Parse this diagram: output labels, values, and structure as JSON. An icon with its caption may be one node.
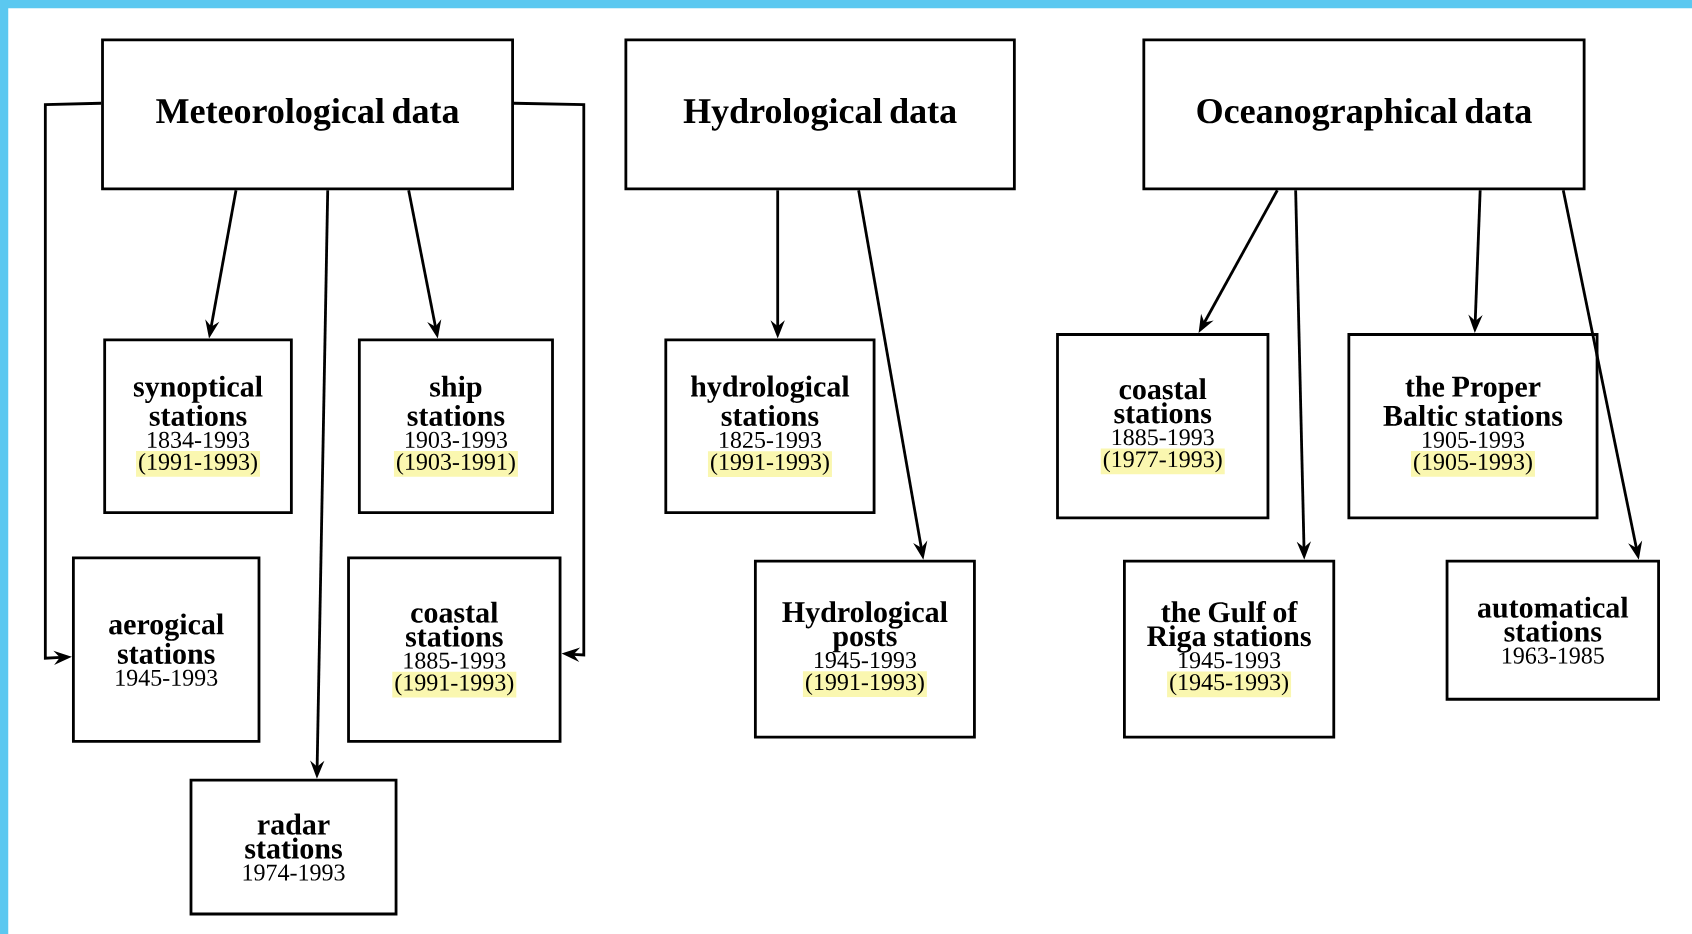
{
  "diagram": {
    "nodes": [
      {
        "text": [
          "Meteorological data"
        ]
      },
      {
        "text": [
          "Hydrological data"
        ]
      },
      {
        "text": [
          "Oceanographical data"
        ]
      },
      {
        "text": [
          "synoptical stations",
          "1834-1993",
          "(1991-1993)"
        ]
      },
      {
        "text": [
          "ship stations",
          "1903-1993",
          "(1903-1991)"
        ]
      },
      {
        "text": [
          "aerogical stations",
          "1945-1993"
        ]
      },
      {
        "text": [
          "coastal stations",
          "1885-1993",
          "(1991-1993)"
        ]
      },
      {
        "text": [
          "radar stations",
          "1974-1993"
        ]
      },
      {
        "text": [
          "hydrological stations",
          "1825-1993",
          "(1991-1993)"
        ]
      },
      {
        "text": [
          "Hydrological posts",
          "1945-1993",
          "(1991-1993)"
        ]
      },
      {
        "text": [
          "coastal stations",
          "1885-1993",
          "(1977-1993)"
        ]
      },
      {
        "text": [
          "the Proper Baltic stations",
          "1905-1993",
          "(1905-1993)"
        ]
      },
      {
        "text": [
          "the Gulf of Riga stations",
          "1945-1993",
          "(1945-1993)"
        ]
      },
      {
        "text": [
          "automatical stations",
          "1963-1985"
        ]
      }
    ],
    "edges": [
      {
        "from": 0,
        "to": 3,
        "arrow": "to"
      },
      {
        "from": 0,
        "to": 4,
        "arrow": "to"
      },
      {
        "from": 0,
        "to": 7,
        "arrow": "to"
      },
      {
        "from": 0,
        "to": 5,
        "arrow": "to"
      },
      {
        "from": 0,
        "to": 6,
        "arrow": "to"
      },
      {
        "from": 1,
        "to": 8,
        "arrow": "to"
      },
      {
        "from": 1,
        "to": 9,
        "arrow": "to"
      },
      {
        "from": 2,
        "to": 10,
        "arrow": "to"
      },
      {
        "from": 2,
        "to": 12,
        "arrow": "to"
      },
      {
        "from": 2,
        "to": 11,
        "arrow": "to"
      },
      {
        "from": 2,
        "to": 13,
        "arrow": "to"
      }
    ]
  }
}
